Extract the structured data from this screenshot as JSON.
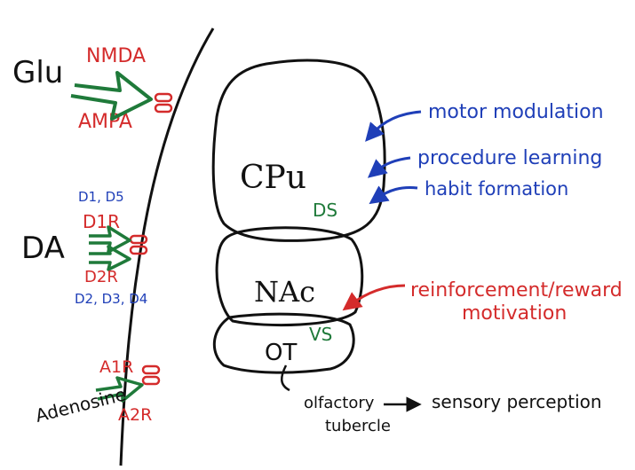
{
  "colors": {
    "ink": "#111111",
    "red": "#d42b2b",
    "green": "#1f7a3a",
    "blue": "#1f3fb8"
  },
  "left": {
    "glu": {
      "label": "Glu",
      "receptors": [
        "NMDA",
        "AMPA"
      ]
    },
    "da": {
      "label": "DA",
      "receptors": [
        "D1R",
        "D2R"
      ],
      "d1_family": "D1, D5",
      "d2_family": "D2, D3, D4"
    },
    "adenosine": {
      "label": "Adenosine",
      "receptors": [
        "A1R",
        "A2R"
      ]
    }
  },
  "regions": {
    "cpu": {
      "label": "CPu",
      "sublabel": "DS"
    },
    "nac": {
      "label": "NAc",
      "sublabel": "VS"
    },
    "ot": {
      "label": "OT"
    }
  },
  "functions": {
    "cpu": [
      "motor modulation",
      "procedure learning",
      "habit formation"
    ],
    "nac": [
      "reinforcement/reward",
      "motivation"
    ]
  },
  "bottom": {
    "ot_full": [
      "olfactory",
      "tubercle"
    ],
    "arrow": "→",
    "result": "sensory perception"
  },
  "icons": [
    "arrow-icon",
    "receptor-icon"
  ]
}
